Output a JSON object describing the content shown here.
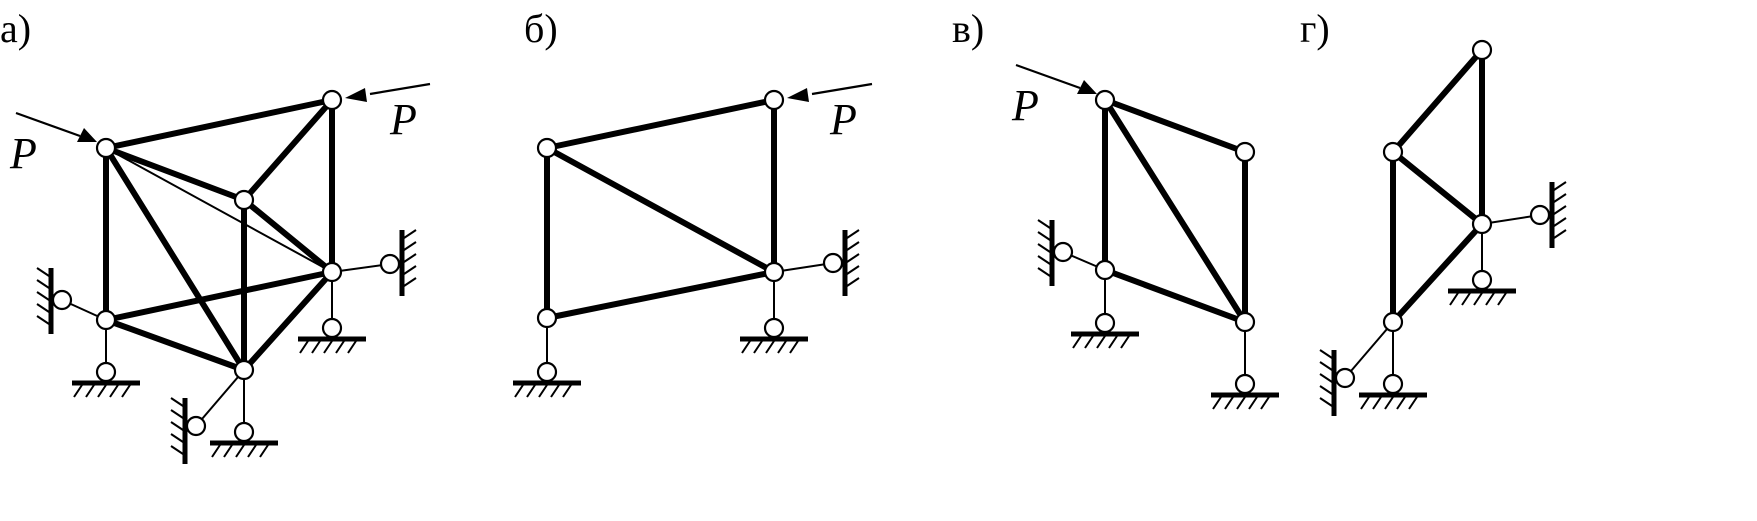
{
  "panels": [
    {
      "id": "a",
      "label": "а)",
      "loads": [
        "P",
        "P"
      ]
    },
    {
      "id": "b",
      "label": "б)",
      "loads": [
        "P"
      ]
    },
    {
      "id": "v",
      "label": "в)",
      "loads": [
        "P"
      ]
    },
    {
      "id": "g",
      "label": "г)",
      "loads": []
    }
  ],
  "colors": {
    "ink": "#000000",
    "background": "#ffffff",
    "joint_fill": "#ffffff"
  }
}
